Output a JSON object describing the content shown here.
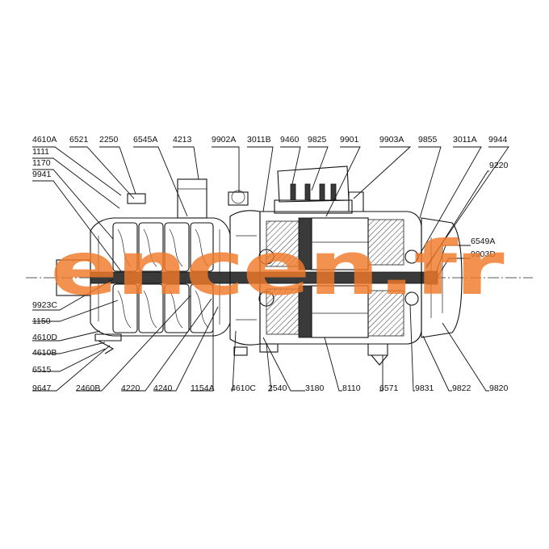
{
  "watermark": "encen.fr",
  "labels_top": [
    "4610A",
    "6521",
    "2250",
    "6545A",
    "4213",
    "9902A",
    "3011B",
    "9460",
    "9825",
    "9901",
    "9903A",
    "9855",
    "3011A",
    "9944"
  ],
  "labels_left": [
    "1111",
    "1170",
    "9941",
    "9923C",
    "1150",
    "4610D",
    "4610B",
    "6515",
    "9647"
  ],
  "labels_right": [
    "9220",
    "6549A",
    "9903D"
  ],
  "labels_bottom": [
    "2460B",
    "4220",
    "4240",
    "1154A",
    "4610C",
    "2540",
    "3180",
    "8110",
    "6571",
    "9831",
    "9822",
    "9820"
  ]
}
